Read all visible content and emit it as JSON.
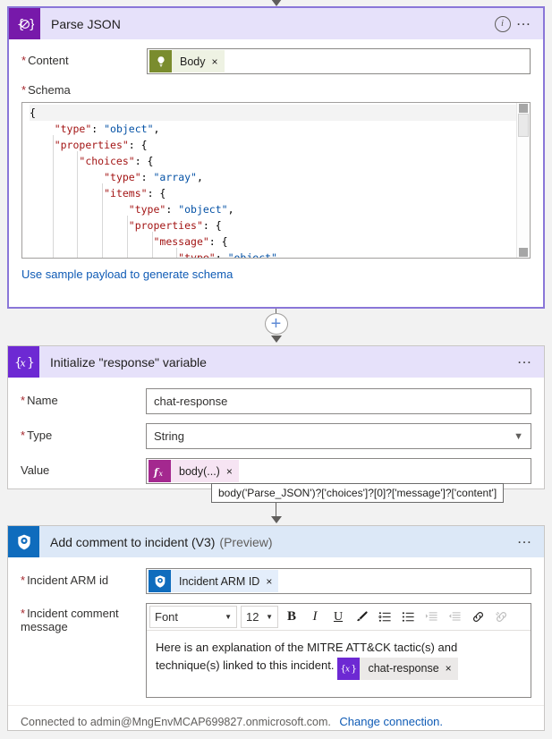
{
  "theme": {
    "accent_purple": "#6d29d3",
    "header_purple_bg": "#e6e1fa",
    "header_blue_bg": "#dce8f7",
    "sentinel_blue": "#0f6cbd",
    "required_red": "#a4262c",
    "link_blue": "#0f5bb5"
  },
  "parse_json": {
    "title": "Parse JSON",
    "icon": "parse-json-icon",
    "info_icon": "info-icon",
    "more_icon": "ellipsis-icon",
    "content": {
      "label": "Content",
      "required": true,
      "token": {
        "label": "Body",
        "icon": "dynamic-content-icon",
        "remove": "×"
      }
    },
    "schema": {
      "label": "Schema",
      "required": true,
      "lines": [
        [
          {
            "t": "{",
            "c": "p"
          }
        ],
        [
          {
            "t": "    ",
            "c": "p"
          },
          {
            "t": "\"type\"",
            "c": "k"
          },
          {
            "t": ": ",
            "c": "p"
          },
          {
            "t": "\"object\"",
            "c": "v"
          },
          {
            "t": ",",
            "c": "p"
          }
        ],
        [
          {
            "t": "    ",
            "c": "p"
          },
          {
            "t": "\"properties\"",
            "c": "k"
          },
          {
            "t": ": {",
            "c": "p"
          }
        ],
        [
          {
            "t": "        ",
            "c": "p"
          },
          {
            "t": "\"choices\"",
            "c": "k"
          },
          {
            "t": ": {",
            "c": "p"
          }
        ],
        [
          {
            "t": "            ",
            "c": "p"
          },
          {
            "t": "\"type\"",
            "c": "k"
          },
          {
            "t": ": ",
            "c": "p"
          },
          {
            "t": "\"array\"",
            "c": "v"
          },
          {
            "t": ",",
            "c": "p"
          }
        ],
        [
          {
            "t": "            ",
            "c": "p"
          },
          {
            "t": "\"items\"",
            "c": "k"
          },
          {
            "t": ": {",
            "c": "p"
          }
        ],
        [
          {
            "t": "                ",
            "c": "p"
          },
          {
            "t": "\"type\"",
            "c": "k"
          },
          {
            "t": ": ",
            "c": "p"
          },
          {
            "t": "\"object\"",
            "c": "v"
          },
          {
            "t": ",",
            "c": "p"
          }
        ],
        [
          {
            "t": "                ",
            "c": "p"
          },
          {
            "t": "\"properties\"",
            "c": "k"
          },
          {
            "t": ": {",
            "c": "p"
          }
        ],
        [
          {
            "t": "                    ",
            "c": "p"
          },
          {
            "t": "\"message\"",
            "c": "k"
          },
          {
            "t": ": {",
            "c": "p"
          }
        ],
        [
          {
            "t": "                        ",
            "c": "p"
          },
          {
            "t": "\"type\"",
            "c": "k"
          },
          {
            "t": ": ",
            "c": "p"
          },
          {
            "t": "\"object\"",
            "c": "v"
          }
        ]
      ]
    },
    "sample_payload_link": "Use sample payload to generate schema"
  },
  "init_variable": {
    "title": "Initialize \"response\" variable",
    "icon": "variable-icon",
    "more_icon": "ellipsis-icon",
    "name": {
      "label": "Name",
      "required": true,
      "value": "chat-response"
    },
    "type": {
      "label": "Type",
      "required": true,
      "value": "String",
      "chevron": "chevron-down-icon"
    },
    "value": {
      "label": "Value",
      "required": false,
      "token": {
        "label": "body(...)",
        "icon": "fx-icon",
        "remove": "×"
      },
      "tooltip": "body('Parse_JSON')?['choices']?[0]?['message']?['content']"
    }
  },
  "add_comment": {
    "title": "Add comment to incident (V3)",
    "subtitle": "(Preview)",
    "icon": "sentinel-icon",
    "more_icon": "ellipsis-icon",
    "arm_id": {
      "label": "Incident ARM id",
      "required": true,
      "token": {
        "label": "Incident ARM ID",
        "icon": "sentinel-icon",
        "remove": "×"
      }
    },
    "comment": {
      "label": "Incident comment message",
      "required": true,
      "toolbar": {
        "font": {
          "value": "Font",
          "chevron": "chevron-down-icon"
        },
        "size": {
          "value": "12",
          "chevron": "chevron-down-icon"
        },
        "buttons": [
          {
            "name": "bold-icon",
            "glyph": "B",
            "disabled": false
          },
          {
            "name": "italic-icon",
            "glyph": "I",
            "disabled": false
          },
          {
            "name": "underline-icon",
            "glyph": "U",
            "disabled": false
          },
          {
            "name": "highlight-pen-icon",
            "glyph": "✐",
            "disabled": false
          },
          {
            "name": "numbered-list-icon",
            "glyph": "☰",
            "disabled": false
          },
          {
            "name": "bulleted-list-icon",
            "glyph": "≡",
            "disabled": false
          },
          {
            "name": "increase-indent-icon",
            "glyph": "⇥",
            "disabled": true
          },
          {
            "name": "decrease-indent-icon",
            "glyph": "⇤",
            "disabled": true
          },
          {
            "name": "insert-link-icon",
            "glyph": "ὑ7",
            "disabled": false
          },
          {
            "name": "remove-link-icon",
            "glyph": "ὑ7",
            "disabled": true
          }
        ]
      },
      "text": "Here is an explanation of the MITRE ATT&CK tactic(s) and technique(s) linked to this incident.",
      "token": {
        "label": "chat-response",
        "icon": "variable-icon",
        "remove": "×"
      }
    },
    "footer": {
      "connected_text": "Connected to admin@MngEnvMCAP699827.onmicrosoft.com.",
      "change_link": "Change connection."
    }
  }
}
